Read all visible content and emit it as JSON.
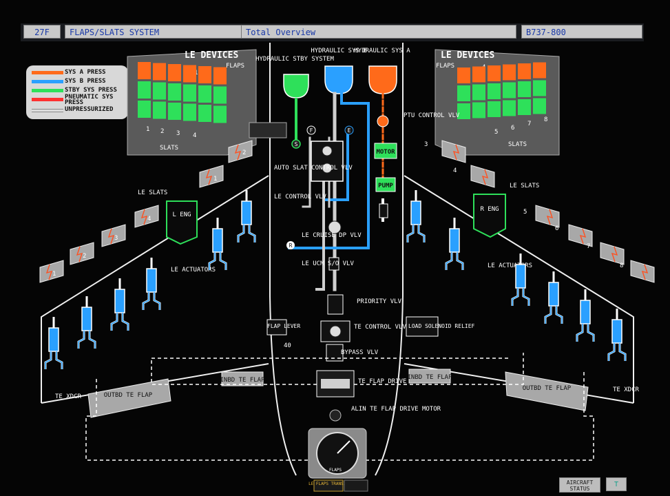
{
  "topbar": {
    "code": "27F",
    "system": "FLAPS/SLATS SYSTEM",
    "view": "Total Overview",
    "aircraft": "B737-800"
  },
  "legend": [
    {
      "label": "SYS A PRESS",
      "color": "#ff6a1a"
    },
    {
      "label": "SYS B PRESS",
      "color": "#2aa0ff"
    },
    {
      "label": "STBY SYS PRESS",
      "color": "#2ee05a"
    },
    {
      "label": "PNEUMATIC SYS PRESS",
      "color": "#ff3030"
    },
    {
      "label": "UNPRESSURIZED",
      "color": "#dcdcdc"
    }
  ],
  "le_devices_left": {
    "title": "LE DEVICES",
    "flaps": "FLAPS",
    "slats": "SLATS",
    "flap_nums": [
      "1",
      "2"
    ],
    "slat_nums": [
      "1",
      "2",
      "3",
      "4"
    ]
  },
  "le_devices_right": {
    "title": "LE DEVICES",
    "flaps": "FLAPS",
    "slats": "SLATS",
    "flap_nums": [
      "3",
      "4"
    ],
    "slat_nums": [
      "5",
      "6",
      "7",
      "8"
    ]
  },
  "center": {
    "stby": "HYDRAULIC STBY SYSTEM",
    "sys_b": "HYDRAULIC SYS B",
    "sys_a": "HYDRAULIC SYS A",
    "auto_slat": "AUTO SLAT CONTROL VLV",
    "le_control": "LE CONTROL VLV",
    "le_cruise": "LE CRUISE DP VLV",
    "le_ucm": "LE UCM S/O VLV",
    "priority": "PRIORITY VLV",
    "te_control": "TE CONTROL VLV",
    "load_relief": "LOAD SOLENOID RELIEF",
    "bypass": "BYPASS VLV",
    "flap_lever": "FLAP LEVER",
    "flap_lever_val": "40",
    "drive_unit": "TE FLAP DRIVE UNIT",
    "alin": "ALIN TE FLAP DRIVE MOTOR",
    "motor": "MOTOR",
    "pump": "PUMP",
    "ptu": "PTU CONTROL VLV",
    "le_flaps_transit": "LE FLAPS TRANSIT",
    "flaps_gauge": "FLAPS"
  },
  "labels": {
    "le_slats": "LE SLATS",
    "le_actuators": "LE ACTUATORS",
    "l_eng": "L ENG",
    "r_eng": "R ENG",
    "inbd_te_flap": "INBD TE FLAP",
    "outbd_te_flap": "OUTBD TE FLAP",
    "te_xdcr": "TE XDCR",
    "r": "R",
    "s": "S",
    "f": "F",
    "e": "E"
  },
  "buttons": {
    "aircraft_status": "AIRCRAFT STATUS",
    "t": "T"
  },
  "colors": {
    "sys_a": "#ff6a1a",
    "sys_b": "#2aa0ff",
    "stby": "#2ee05a",
    "unpress": "#dcdcdc",
    "panel": "#9a9a9a"
  }
}
